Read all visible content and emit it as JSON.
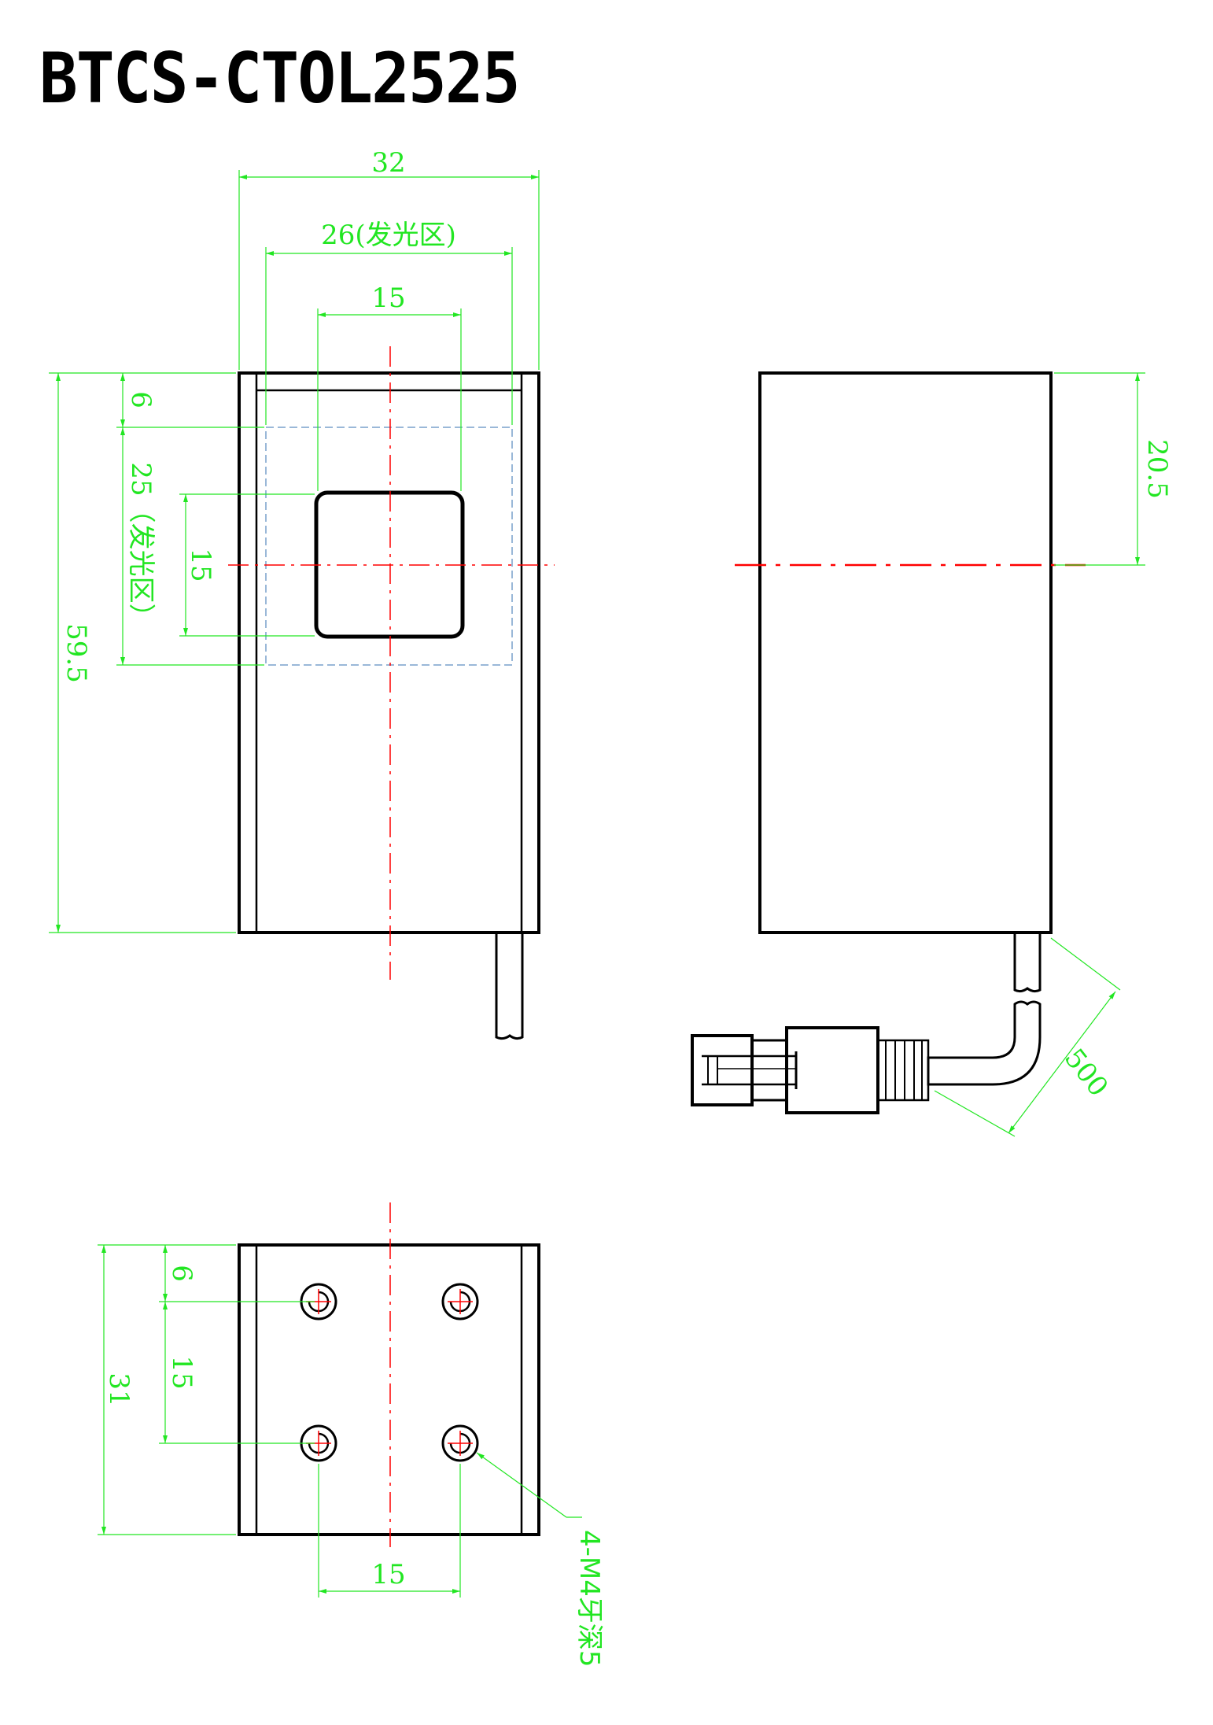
{
  "title": "BTCS-CTOL2525",
  "dimensions": {
    "top_width": "32",
    "emitting_width": "26(发光区)",
    "window_width": "15",
    "top_offset": "6",
    "emitting_height": "25（发光区）",
    "window_height": "15",
    "total_height": "59.5",
    "side_center": "20.5",
    "cable_length": "500",
    "bottom_offset": "6",
    "hole_pitch_v": "15",
    "bottom_height": "31",
    "hole_pitch_h": "15",
    "thread_note": "4-M4牙深5"
  },
  "colors": {
    "outline": "#000000",
    "dimension": "#22e622",
    "centerline": "#ff0000",
    "emitting_area": "#9ab8d8"
  }
}
